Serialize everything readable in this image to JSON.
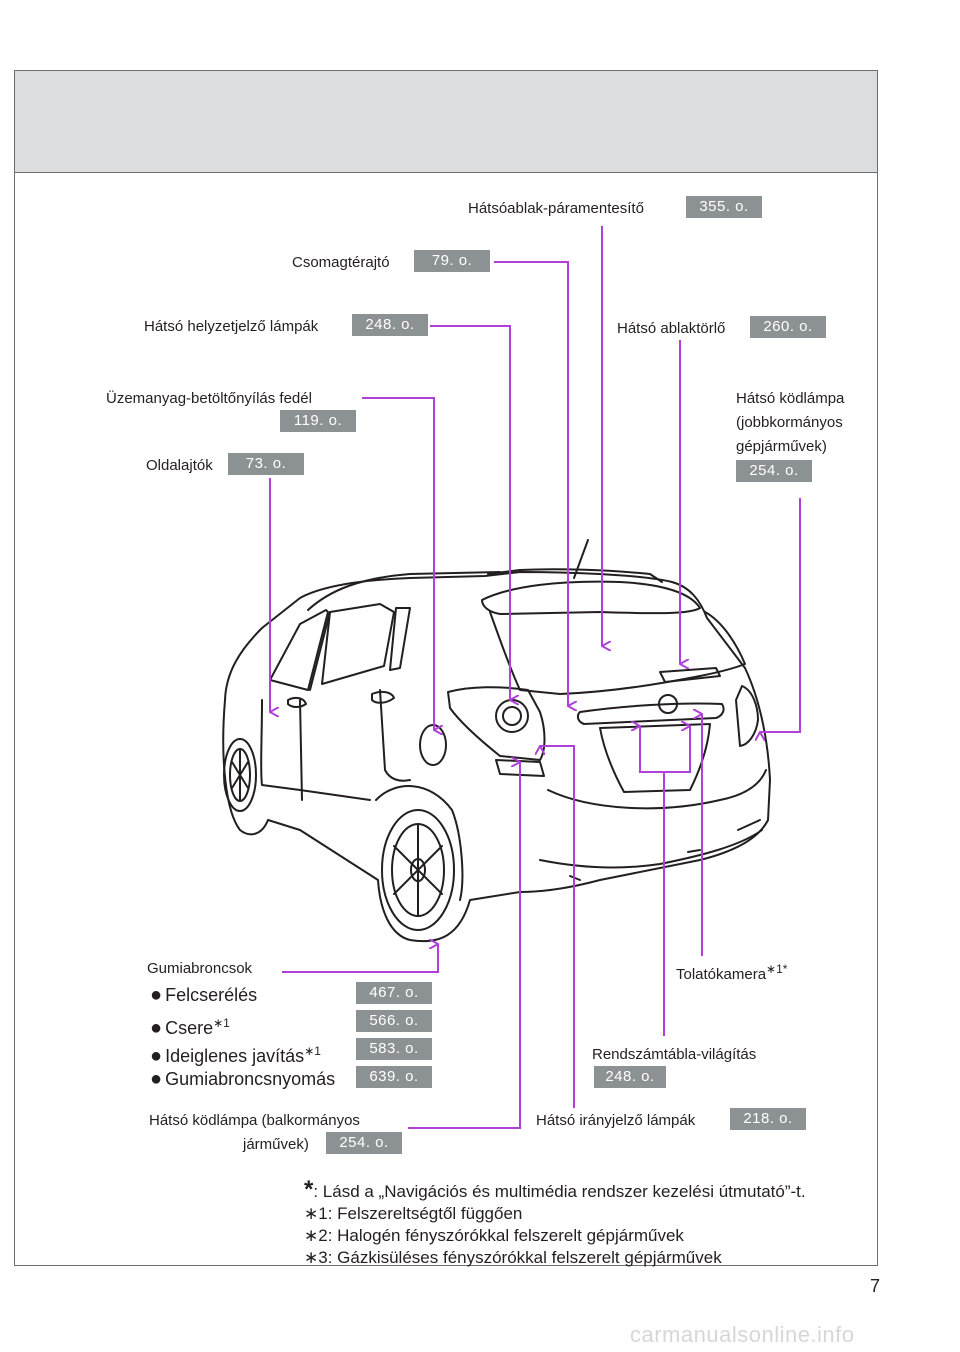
{
  "page_number": "7",
  "watermark": "carmanualsonline.info",
  "callouts": {
    "rear_defogger": {
      "label": "Hátsóablak-páramentesítő",
      "page": "355. o."
    },
    "back_door": {
      "label": "Csomagtérajtó",
      "page": "79. o."
    },
    "tail_lights": {
      "label": "Hátsó helyzetjelző lámpák",
      "page": "248. o."
    },
    "rear_wiper": {
      "label": "Hátsó ablaktörlő",
      "page": "260. o."
    },
    "fuel_door": {
      "label": "Üzemanyag-betöltőnyílás fedél",
      "page": "119. o."
    },
    "rear_fog_rhd": {
      "line1": "Hátsó ködlámpa",
      "line2": "(jobbkormányos",
      "line3": "gépjárművek)",
      "page": "254. o."
    },
    "side_doors": {
      "label": "Oldalajtók",
      "page": "73. o."
    },
    "tires": {
      "title": "Gumiabroncsok",
      "items": [
        {
          "label": "Felcserélés",
          "sup": "",
          "page": "467. o."
        },
        {
          "label": "Csere",
          "sup": "∗1",
          "page": "566. o."
        },
        {
          "label": "Ideiglenes javítás",
          "sup": "∗1",
          "page": "583. o."
        },
        {
          "label": "Gumiabroncsnyomás",
          "sup": "",
          "page": "639. o."
        }
      ]
    },
    "backup_camera": {
      "label": "Tolatókamera",
      "sup": "∗1*"
    },
    "license_light": {
      "label": "Rendszámtábla-világítás",
      "page": "248. o."
    },
    "rear_fog_lhd": {
      "line1": "Hátsó ködlámpa (balkormányos",
      "line2": "járművek)",
      "page": "254. o."
    },
    "rear_turn": {
      "label": "Hátsó irányjelző lámpák",
      "page": "218. o."
    }
  },
  "notes": [
    {
      "mark": "*",
      "text": ": Lásd a „Navigációs és multimédia rendszer kezelési útmutató”-t."
    },
    {
      "mark": "∗1",
      "text": ": Felszereltségtől függően"
    },
    {
      "mark": "∗2",
      "text": ": Halogén fényszórókkal felszerelt gépjárművek"
    },
    {
      "mark": "∗3",
      "text": ": Gázkisüléses fényszórókkal felszerelt gépjárművek"
    }
  ],
  "colors": {
    "leader": "#b040d8",
    "page_badge": "#8c9194",
    "header_band": "#dcdddf"
  }
}
